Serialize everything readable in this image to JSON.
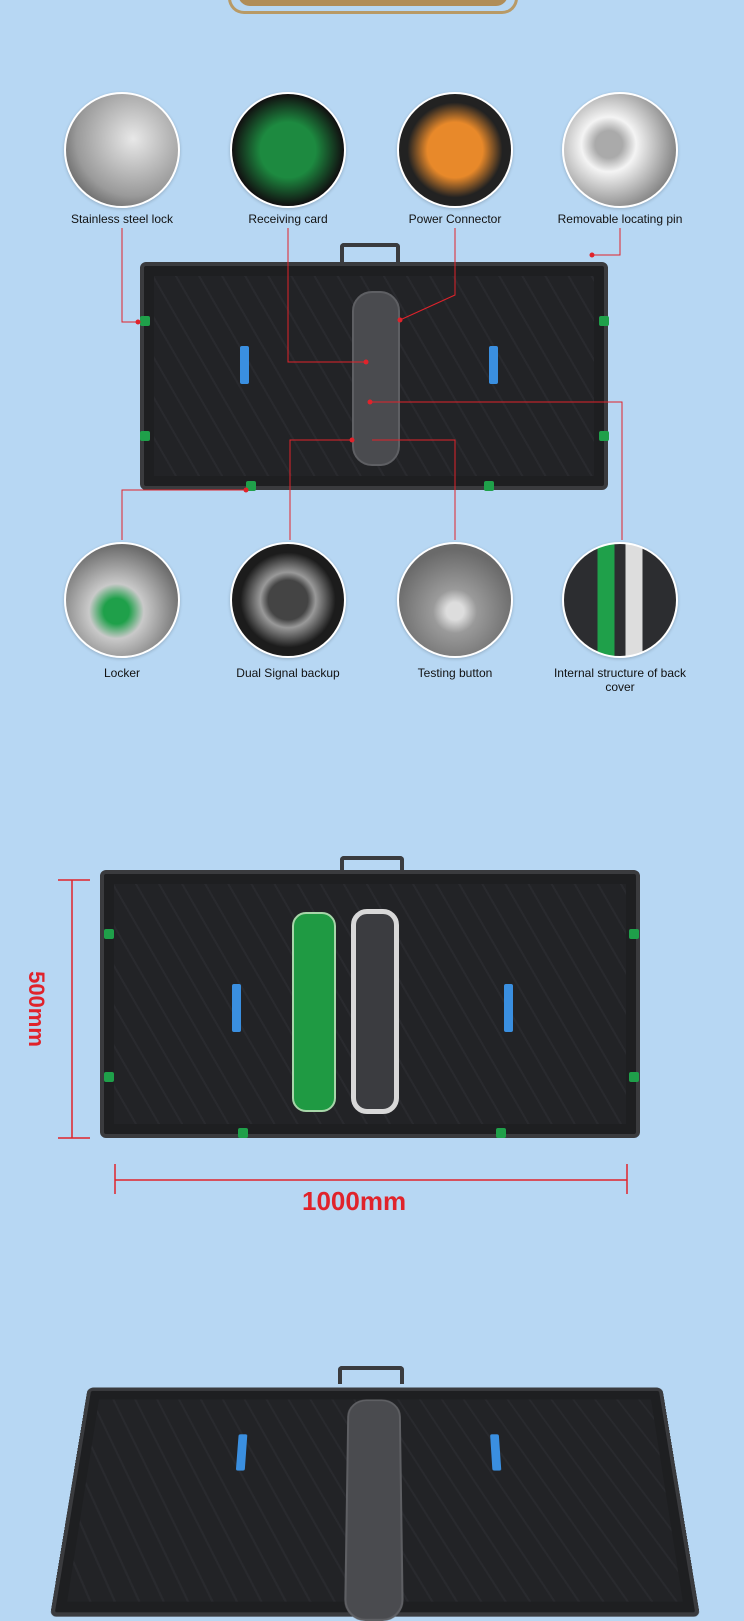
{
  "callouts_top": [
    {
      "label": "Stainless steel lock",
      "icon": "lock-photo"
    },
    {
      "label": "Receiving card",
      "icon": "card-photo"
    },
    {
      "label": "Power Connector",
      "icon": "connector-photo"
    },
    {
      "label": "Removable locating pin",
      "icon": "pin-photo"
    }
  ],
  "callouts_bottom": [
    {
      "label": "Locker",
      "icon": "locker-photo"
    },
    {
      "label": "Dual Signal backup",
      "icon": "signal-photo"
    },
    {
      "label": "Testing button",
      "icon": "button-photo"
    },
    {
      "label": "Internal structure of back cover",
      "icon": "structure-photo"
    }
  ],
  "dimensions": {
    "height": "500mm",
    "width": "1000mm"
  },
  "colors": {
    "background": "#b7d7f3",
    "accent": "#e0232b",
    "banner": "#b08d58"
  }
}
